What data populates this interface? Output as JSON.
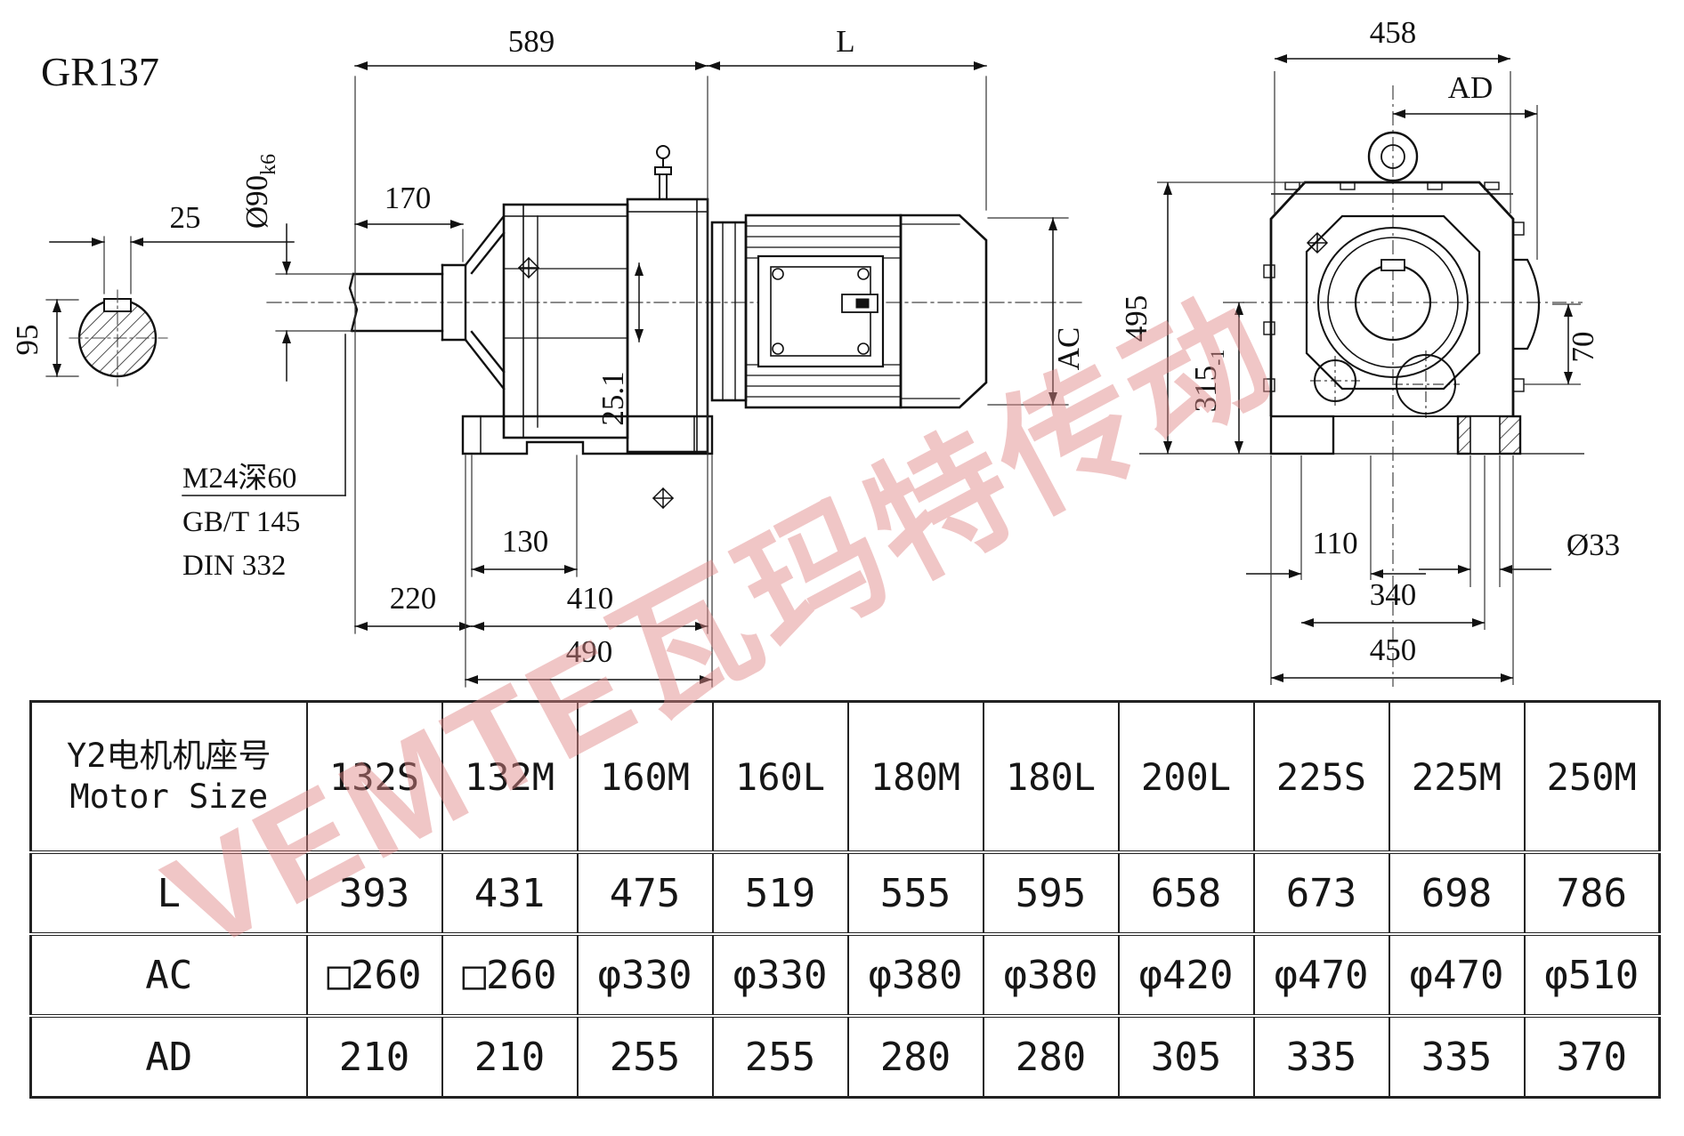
{
  "page": {
    "title": "GR137",
    "watermark": "VEMTE瓦玛特传动"
  },
  "side_view": {
    "dims": {
      "overall_589": "589",
      "motor_length": "L",
      "d170": "170",
      "key_width": "25",
      "d95": "95",
      "shaft_dia": "Ø90",
      "shaft_tol": "k6",
      "key_depth": "25.1",
      "motor_dia": "AC",
      "d130": "130",
      "d220": "220",
      "d410": "410",
      "d490": "490"
    },
    "notes": {
      "thread": "M24深60",
      "std1": "GB/T 145",
      "std2": "DIN 332"
    }
  },
  "end_view": {
    "dims": {
      "width_458": "458",
      "ad": "AD",
      "height_495": "495",
      "center_h": "315",
      "center_h_tol": "-1",
      "d70": "70",
      "foot_110": "110",
      "hole_dia": "Ø33",
      "d340": "340",
      "d450": "450"
    }
  },
  "table": {
    "header_cn": "Y2电机机座号",
    "header_en": "Motor Size",
    "columns": [
      "132S",
      "132M",
      "160M",
      "160L",
      "180M",
      "180L",
      "200L",
      "225S",
      "225M",
      "250M"
    ],
    "rows": [
      {
        "label": "L",
        "values": [
          "393",
          "431",
          "475",
          "519",
          "555",
          "595",
          "658",
          "673",
          "698",
          "786"
        ]
      },
      {
        "label": "AC",
        "values": [
          "□260",
          "□260",
          "φ330",
          "φ330",
          "φ380",
          "φ380",
          "φ420",
          "φ470",
          "φ470",
          "φ510"
        ]
      },
      {
        "label": "AD",
        "values": [
          "210",
          "210",
          "255",
          "255",
          "280",
          "280",
          "305",
          "335",
          "335",
          "370"
        ]
      }
    ]
  }
}
